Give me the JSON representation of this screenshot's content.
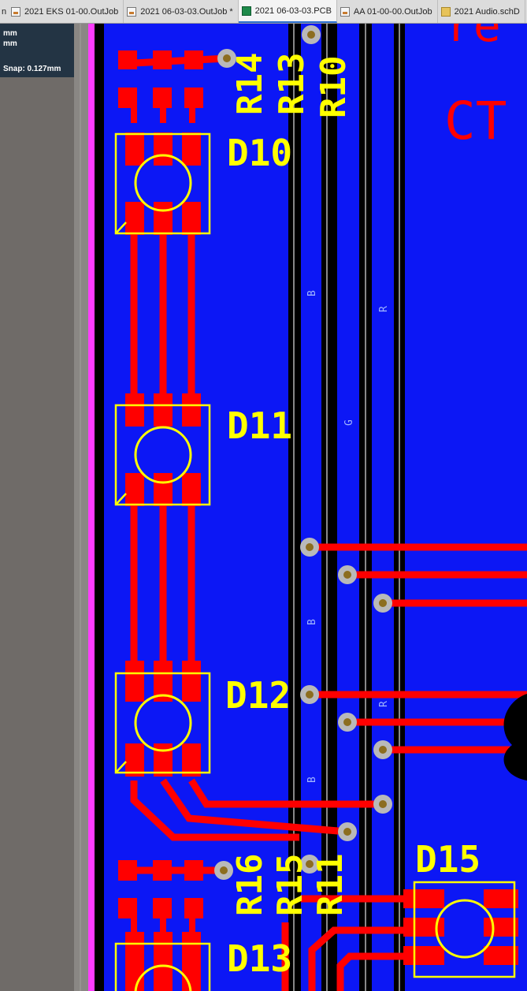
{
  "tabs": [
    {
      "label": "n",
      "icon": "none"
    },
    {
      "label": "2021 EKS 01-00.OutJob",
      "icon": "outjob-icon"
    },
    {
      "label": "2021 06-03-03.OutJob *",
      "icon": "outjob-icon"
    },
    {
      "label": "2021 06-03-03.PCB",
      "icon": "pcb-icon",
      "active": true
    },
    {
      "label": "AA 01-00-00.OutJob",
      "icon": "outjob-icon"
    },
    {
      "label": "2021 Audio.schD",
      "icon": "schematic-icon"
    }
  ],
  "info_panel": {
    "unit_line1": "mm",
    "unit_line2": "mm",
    "snap": "Snap: 0.127mm"
  },
  "pcb": {
    "designators": {
      "r14": "R14",
      "r13": "R13",
      "r10": "R10",
      "d10": "D10",
      "d11": "D11",
      "d12": "D12",
      "d13": "D13",
      "r16": "R16",
      "r15": "R15",
      "r11": "R11",
      "d15": "D15"
    },
    "net_labels": {
      "b1": "B",
      "r1": "R",
      "g1": "G",
      "b2": "B",
      "r2": "R",
      "b3": "B"
    },
    "partial_text": {
      "top": "re",
      "ct": "CT"
    },
    "colors": {
      "board": "#0c17f5",
      "copper": "#ff0000",
      "silkscreen": "#ffff00",
      "keepout": "#ff00ff",
      "via": "#b9b9b9",
      "via_hole": "#8c6d1f"
    }
  }
}
